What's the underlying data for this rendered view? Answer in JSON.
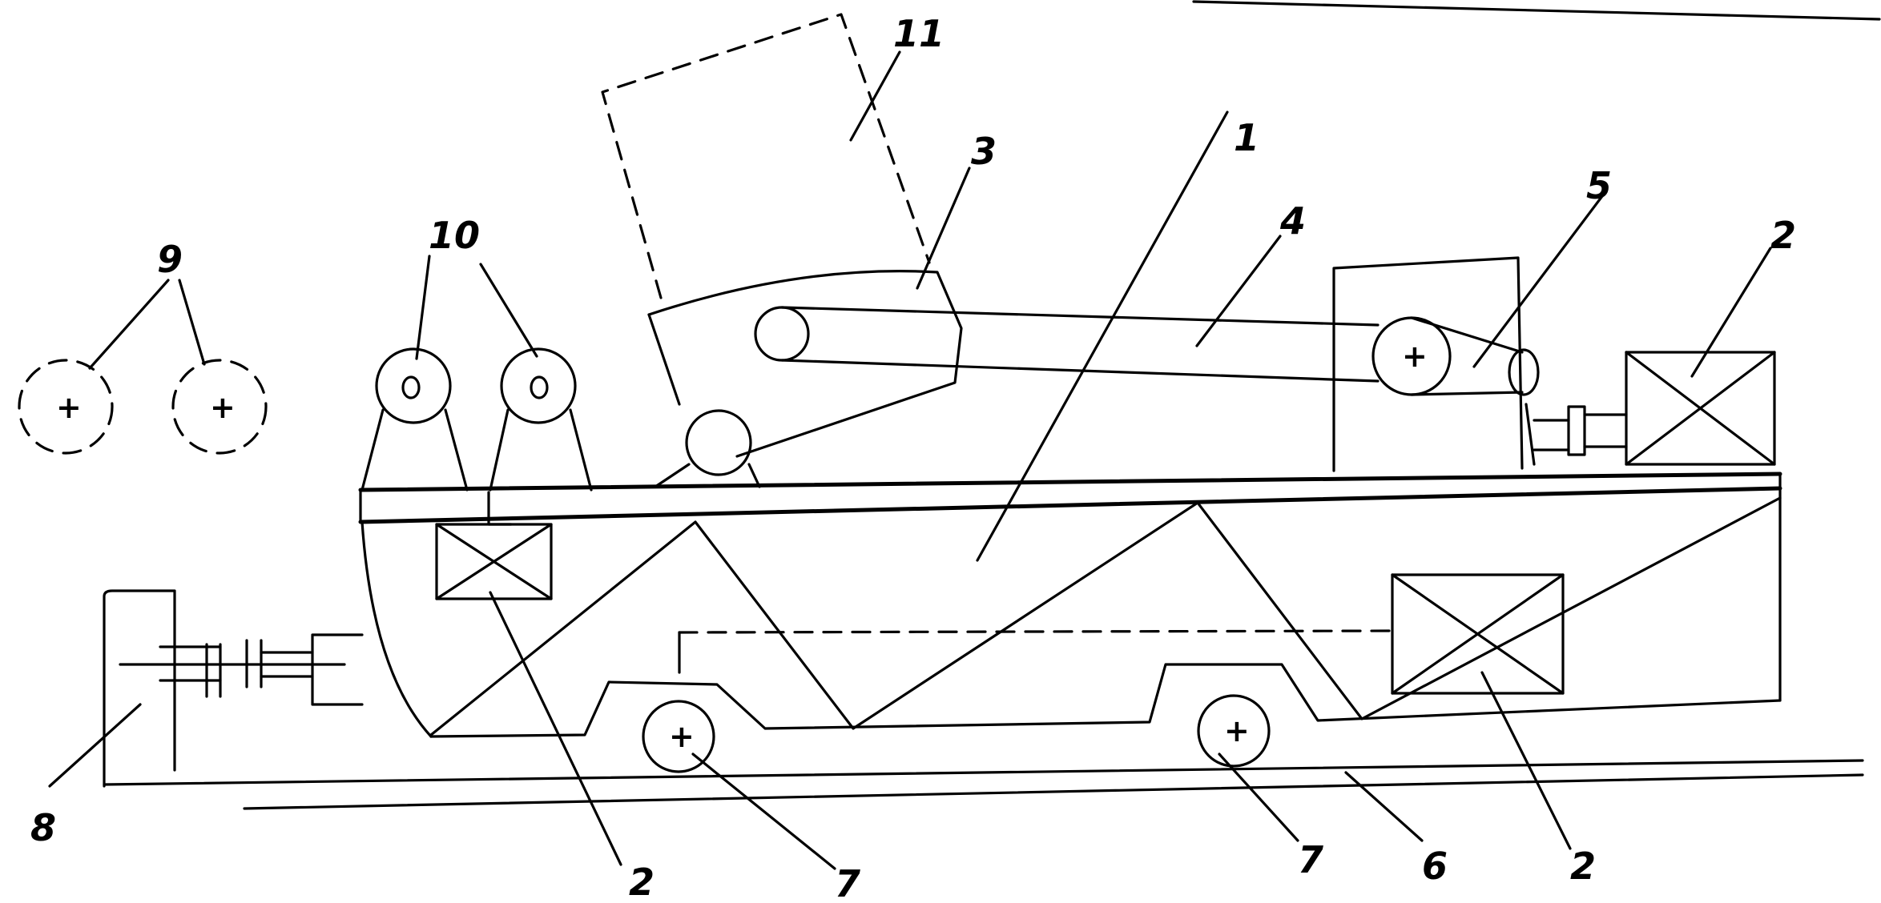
{
  "labels": {
    "l1": "1",
    "l2a": "2",
    "l2b": "2",
    "l2c": "2",
    "l3": "3",
    "l4": "4",
    "l5": "5",
    "l6": "6",
    "l7a": "7",
    "l7b": "7",
    "l8": "8",
    "l9": "9",
    "l10": "10",
    "l11": "11"
  }
}
